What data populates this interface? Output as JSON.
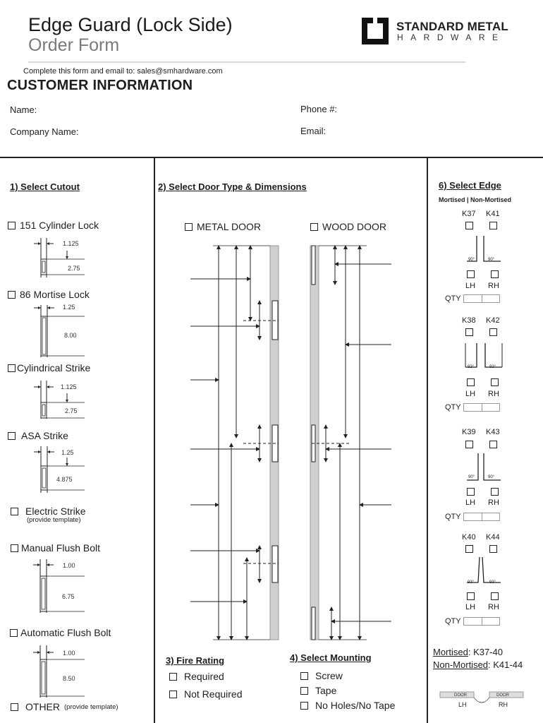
{
  "header": {
    "title_line1": "Edge Guard (Lock Side)",
    "title_line2": "Order Form",
    "logo_line1": "STANDARD METAL",
    "logo_line2": "HARDWARE",
    "email_note": "Complete this form and email to: sales@smhardware.com"
  },
  "customer": {
    "heading": "CUSTOMER INFORMATION",
    "name_label": "Name:",
    "phone_label": "Phone #:",
    "company_label": "Company Name:",
    "email_label": "Email:"
  },
  "cutout": {
    "heading": "1) Select Cutout",
    "items": [
      {
        "label": "151 Cylinder Lock",
        "dim_top": "1.125",
        "dim_main": "2.75"
      },
      {
        "label": "86 Mortise Lock",
        "dim_top": "1.25",
        "dim_main": "8.00"
      },
      {
        "label": "Cylindrical Strike",
        "dim_top": "1.125",
        "dim_main": "2.75"
      },
      {
        "label": "ASA Strike",
        "dim_top": "1.25",
        "dim_main": "4.875"
      },
      {
        "label": "Electric Strike",
        "sub": "(provide template)"
      },
      {
        "label": "Manual Flush Bolt",
        "dim_top": "1.00",
        "dim_main": "6.75"
      },
      {
        "label": "Automatic Flush Bolt",
        "dim_top": "1.00",
        "dim_main": "8.50"
      },
      {
        "label": "OTHER",
        "sub": "(provide template)"
      }
    ]
  },
  "door": {
    "heading": "2) Select Door Type & Dimensions",
    "metal_label": "METAL DOOR",
    "wood_label": "WOOD DOOR"
  },
  "fire": {
    "heading": "3) Fire Rating",
    "options": [
      "Required",
      "Not Required"
    ]
  },
  "mounting": {
    "heading": "4) Select Mounting",
    "options": [
      "Screw",
      "Tape",
      "No Holes/No Tape"
    ]
  },
  "edge": {
    "heading": "6) Select Edge",
    "subheading": "Mortised | Non-Mortised",
    "groups": [
      {
        "left": "K37",
        "right": "K41",
        "angle": "90°"
      },
      {
        "left": "K38",
        "right": "K42",
        "angle": "93°"
      },
      {
        "left": "K39",
        "right": "K43",
        "angle": "90°"
      },
      {
        "left": "K40",
        "right": "K44",
        "angle": "93°"
      }
    ],
    "lh": "LH",
    "rh": "RH",
    "qty": "QTY",
    "mortised_label": "Mortised",
    "mortised_value": ": K37-40",
    "nonmortised_label": "Non-Mortised",
    "nonmortised_value": ": K41-44",
    "door_word": "DOOR"
  }
}
